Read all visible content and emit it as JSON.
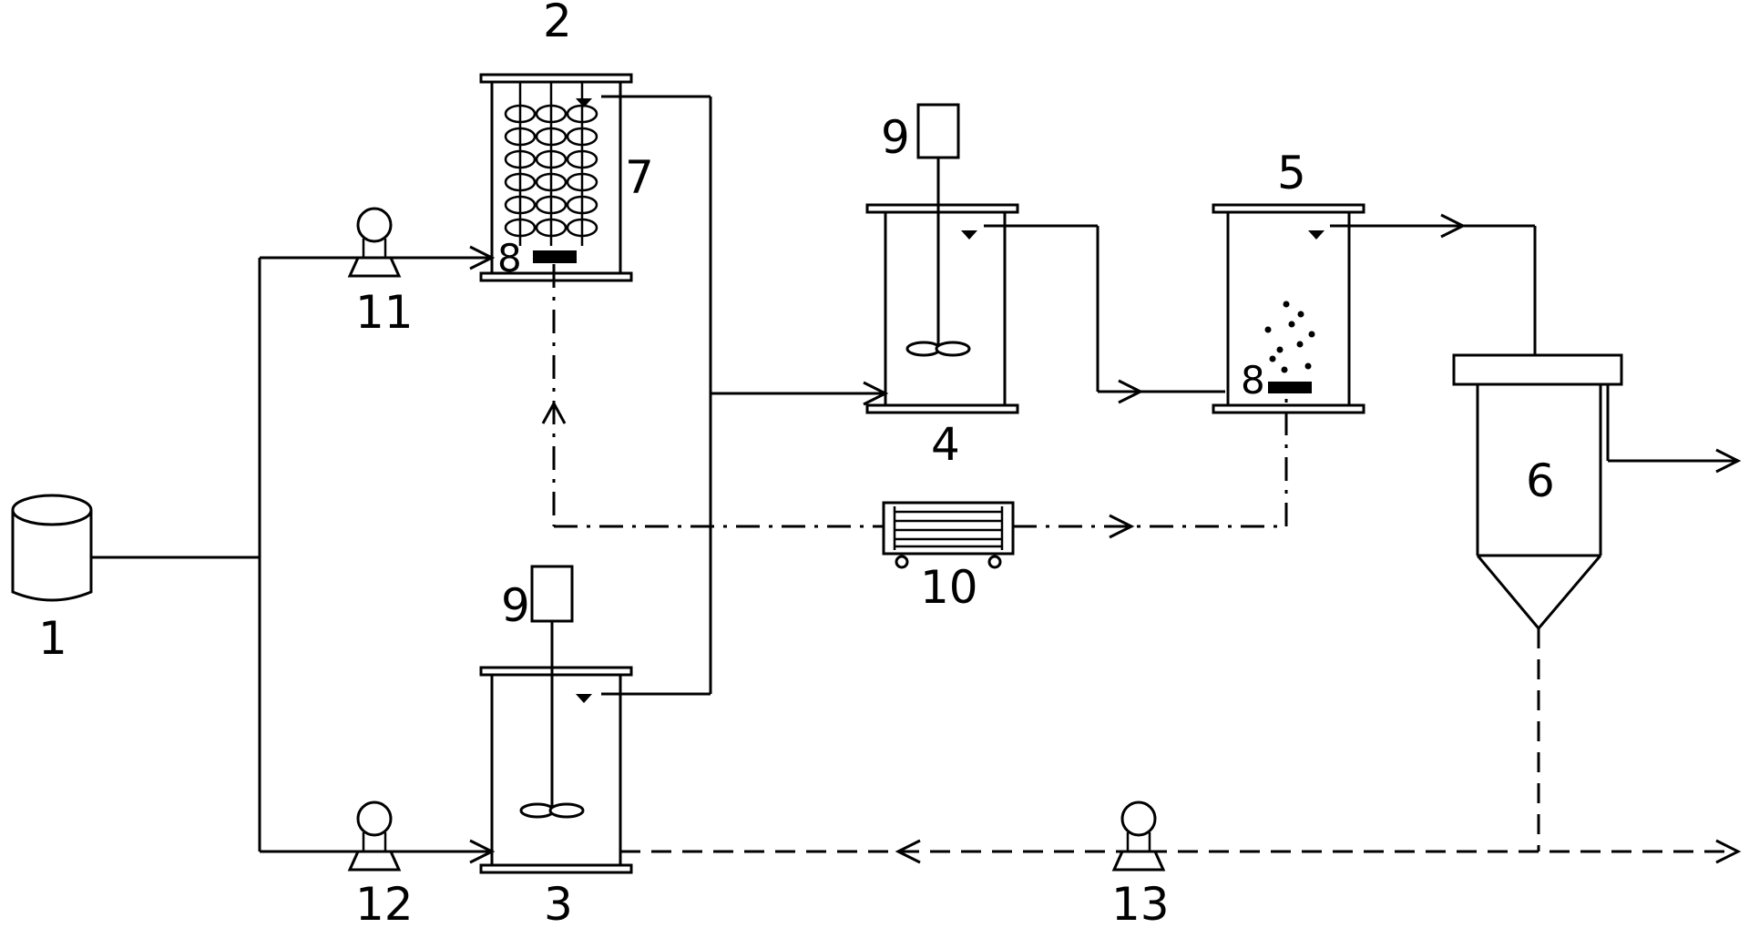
{
  "labels": {
    "feed_tank": "1",
    "reactor_upper": "2",
    "reactor_lower": "3",
    "mixing_tank": "4",
    "aeration_tank": "5",
    "settler": "6",
    "media_packing": "7",
    "aerator_reactor": "8",
    "aerator_tank5": "8",
    "stirrer_motor_top": "9",
    "stirrer_motor_bottom": "9",
    "blower": "10",
    "pump_upper": "11",
    "pump_lower": "12",
    "pump_recycle": "13"
  },
  "colors": {
    "stroke": "#000000",
    "background": "#ffffff"
  },
  "icons": {
    "tank": "cylinder-tank-icon",
    "pump": "pump-icon",
    "blower": "blower-icon",
    "motor": "motor-icon"
  }
}
